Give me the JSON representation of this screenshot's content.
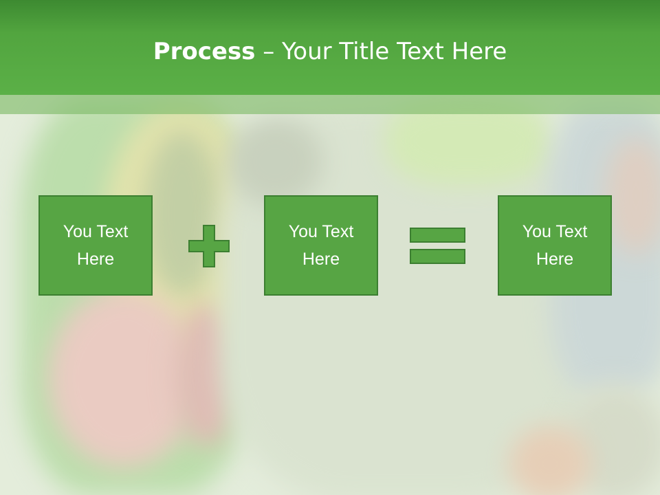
{
  "slide": {
    "title_bold": "Process",
    "title_rest": " – Your Title Text Here"
  },
  "boxes": [
    {
      "line1": "You Text",
      "line2": "Here"
    },
    {
      "line1": "You Text",
      "line2": "Here"
    },
    {
      "line1": "You Text",
      "line2": "Here"
    }
  ],
  "colors": {
    "header_green": "#52a53f",
    "box_fill": "#57a544",
    "box_border": "#3c7f31",
    "text": "#ffffff"
  },
  "icons": {
    "operator_1": "plus-icon",
    "operator_2": "equals-icon"
  }
}
